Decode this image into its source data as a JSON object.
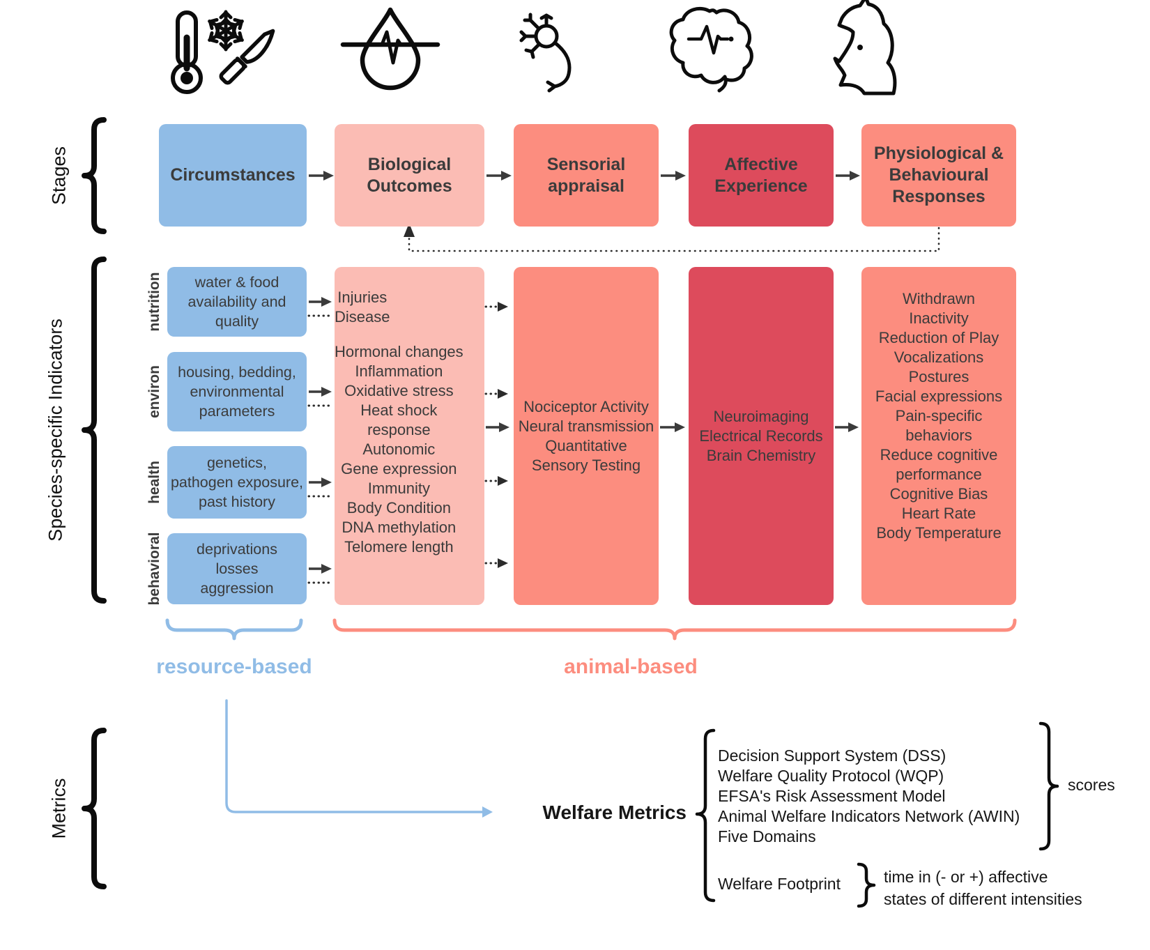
{
  "colors": {
    "blue": "#90bce6",
    "light_pink": "#fbbcb4",
    "salmon": "#fc8d7f",
    "crimson": "#dd4b5c",
    "ink": "#3b3b3b"
  },
  "icons": {
    "stressor_icons": [
      "thermometer",
      "snowflake",
      "knife"
    ],
    "column_icons": [
      "drop-pulse",
      "neuron",
      "brain",
      "horse"
    ]
  },
  "stages": {
    "side_label": "Stages",
    "items": [
      {
        "label": "Circumstances"
      },
      {
        "label": "Biological Outcomes"
      },
      {
        "label": "Sensorial appraisal"
      },
      {
        "label": "Affective Experience"
      },
      {
        "label": "Physiological & Behavioural Responses"
      }
    ]
  },
  "indicators": {
    "side_label": "Species-specific Indicators",
    "rows": [
      {
        "category": "nutrition",
        "lines": [
          "water & food",
          "availability and",
          "quality"
        ]
      },
      {
        "category": "environ",
        "lines": [
          "housing, bedding,",
          "environmental",
          "parameters"
        ]
      },
      {
        "category": "health",
        "lines": [
          "genetics,",
          "pathogen exposure,",
          "past history"
        ]
      },
      {
        "category": "behavioral",
        "lines": [
          "deprivations",
          "losses",
          "aggression"
        ]
      }
    ],
    "biological_group1": [
      "Injuries",
      "Disease"
    ],
    "biological_group2": [
      "Hormonal changes",
      "Inflammation",
      "Oxidative stress",
      "Heat shock",
      "response",
      "Autonomic",
      "Gene expression",
      "Immunity",
      "Body Condition",
      "DNA methylation",
      "Telomere length"
    ],
    "sensorial": [
      "Nociceptor Activity",
      "Neural transmission",
      "Quantitative",
      "Sensory Testing"
    ],
    "affective": [
      "Neuroimaging",
      "Electrical Records",
      "Brain Chemistry"
    ],
    "responses": [
      "Withdrawn",
      "Inactivity",
      "Reduction of Play",
      "Vocalizations",
      "Postures",
      "Facial expressions",
      "Pain-specific",
      "behaviors",
      "Reduce cognitive",
      "performance",
      "Cognitive Bias",
      "Heart Rate",
      "Body Temperature"
    ]
  },
  "groups": {
    "resource": "resource-based",
    "animal": "animal-based"
  },
  "metrics": {
    "side_label": "Metrics",
    "title": "Welfare Metrics",
    "methods": [
      "Decision Support System (DSS)",
      "Welfare Quality Protocol (WQP)",
      "EFSA's Risk Assessment Model",
      "Animal Welfare Indicators Network (AWIN)",
      "Five Domains"
    ],
    "scores_label": "scores",
    "footprint_label": "Welfare Footprint",
    "footprint_note": [
      "time in (- or +) affective",
      "states of different intensities"
    ]
  }
}
